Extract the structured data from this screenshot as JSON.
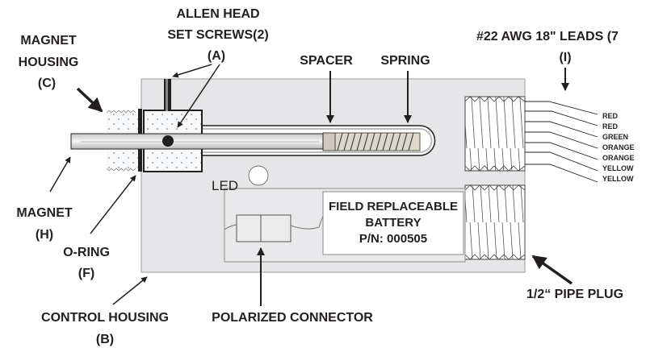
{
  "labels": {
    "allen_head_1": "ALLEN HEAD",
    "allen_head_2": "SET SCREWS(2)",
    "allen_head_ref": "(A)",
    "magnet_housing_1": "MAGNET",
    "magnet_housing_2": "HOUSING",
    "magnet_housing_ref": "(C)",
    "spacer": "SPACER",
    "spring": "SPRING",
    "leads": "#22 AWG 18\" LEADS (7",
    "leads_ref": "(I)",
    "magnet": "MAGNET",
    "magnet_ref": "(H)",
    "oring": "O-RING",
    "oring_ref": "(F)",
    "control_housing": "CONTROL HOUSING",
    "control_housing_ref": "(B)",
    "polarized_connector": "POLARIZED CONNECTOR",
    "pipe_plug": "1/2“ PIPE PLUG",
    "led": "LED"
  },
  "battery": {
    "line1": "FIELD REPLACEABLE",
    "line2": "BATTERY",
    "line3": "P/N: 000505"
  },
  "wires": [
    "RED",
    "RED",
    "GREEN",
    "ORANGE",
    "ORANGE",
    "YELLOW",
    "YELLOW"
  ]
}
